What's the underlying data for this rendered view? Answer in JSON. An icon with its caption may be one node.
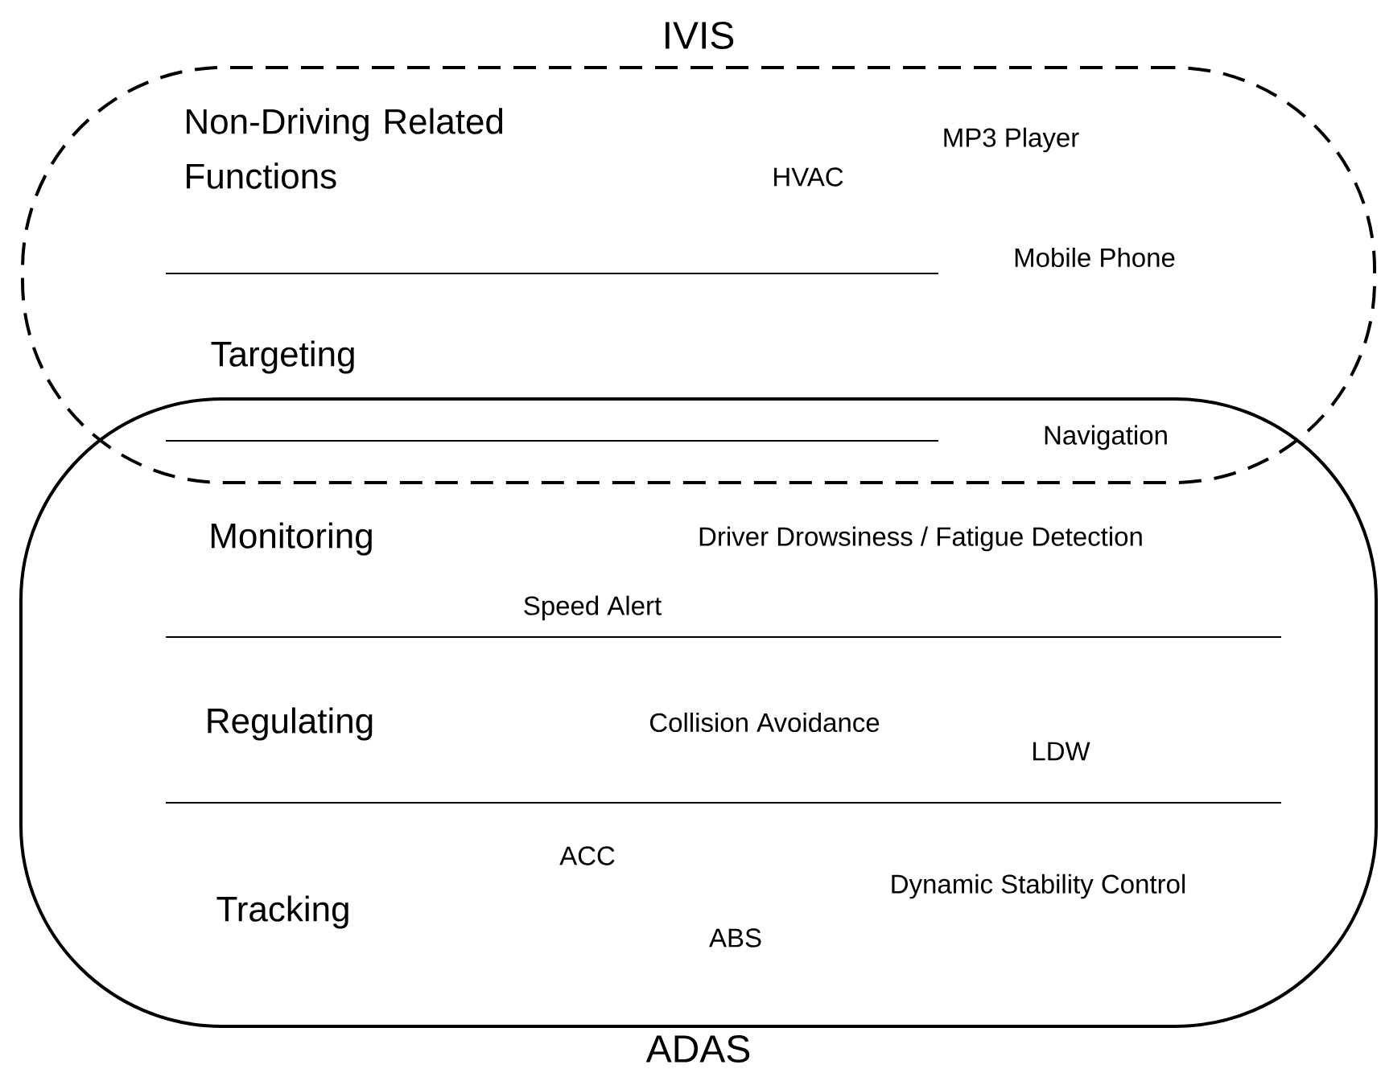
{
  "diagram": {
    "nodes": [
      {
        "text": [
          "IVIS"
        ]
      },
      {
        "text": [
          "ADAS"
        ]
      }
    ],
    "labels": [
      "Non-Driving Related Functions",
      "MP3 Player",
      "HVAC",
      "Mobile Phone",
      "Targeting",
      "Navigation",
      "Monitoring",
      "Driver Drowsiness / Fatigue Detection",
      "Speed Alert",
      "Regulating",
      "Collision Avoidance",
      "LDW",
      "ACC",
      "Tracking",
      "Dynamic Stability Control",
      "ABS"
    ]
  }
}
